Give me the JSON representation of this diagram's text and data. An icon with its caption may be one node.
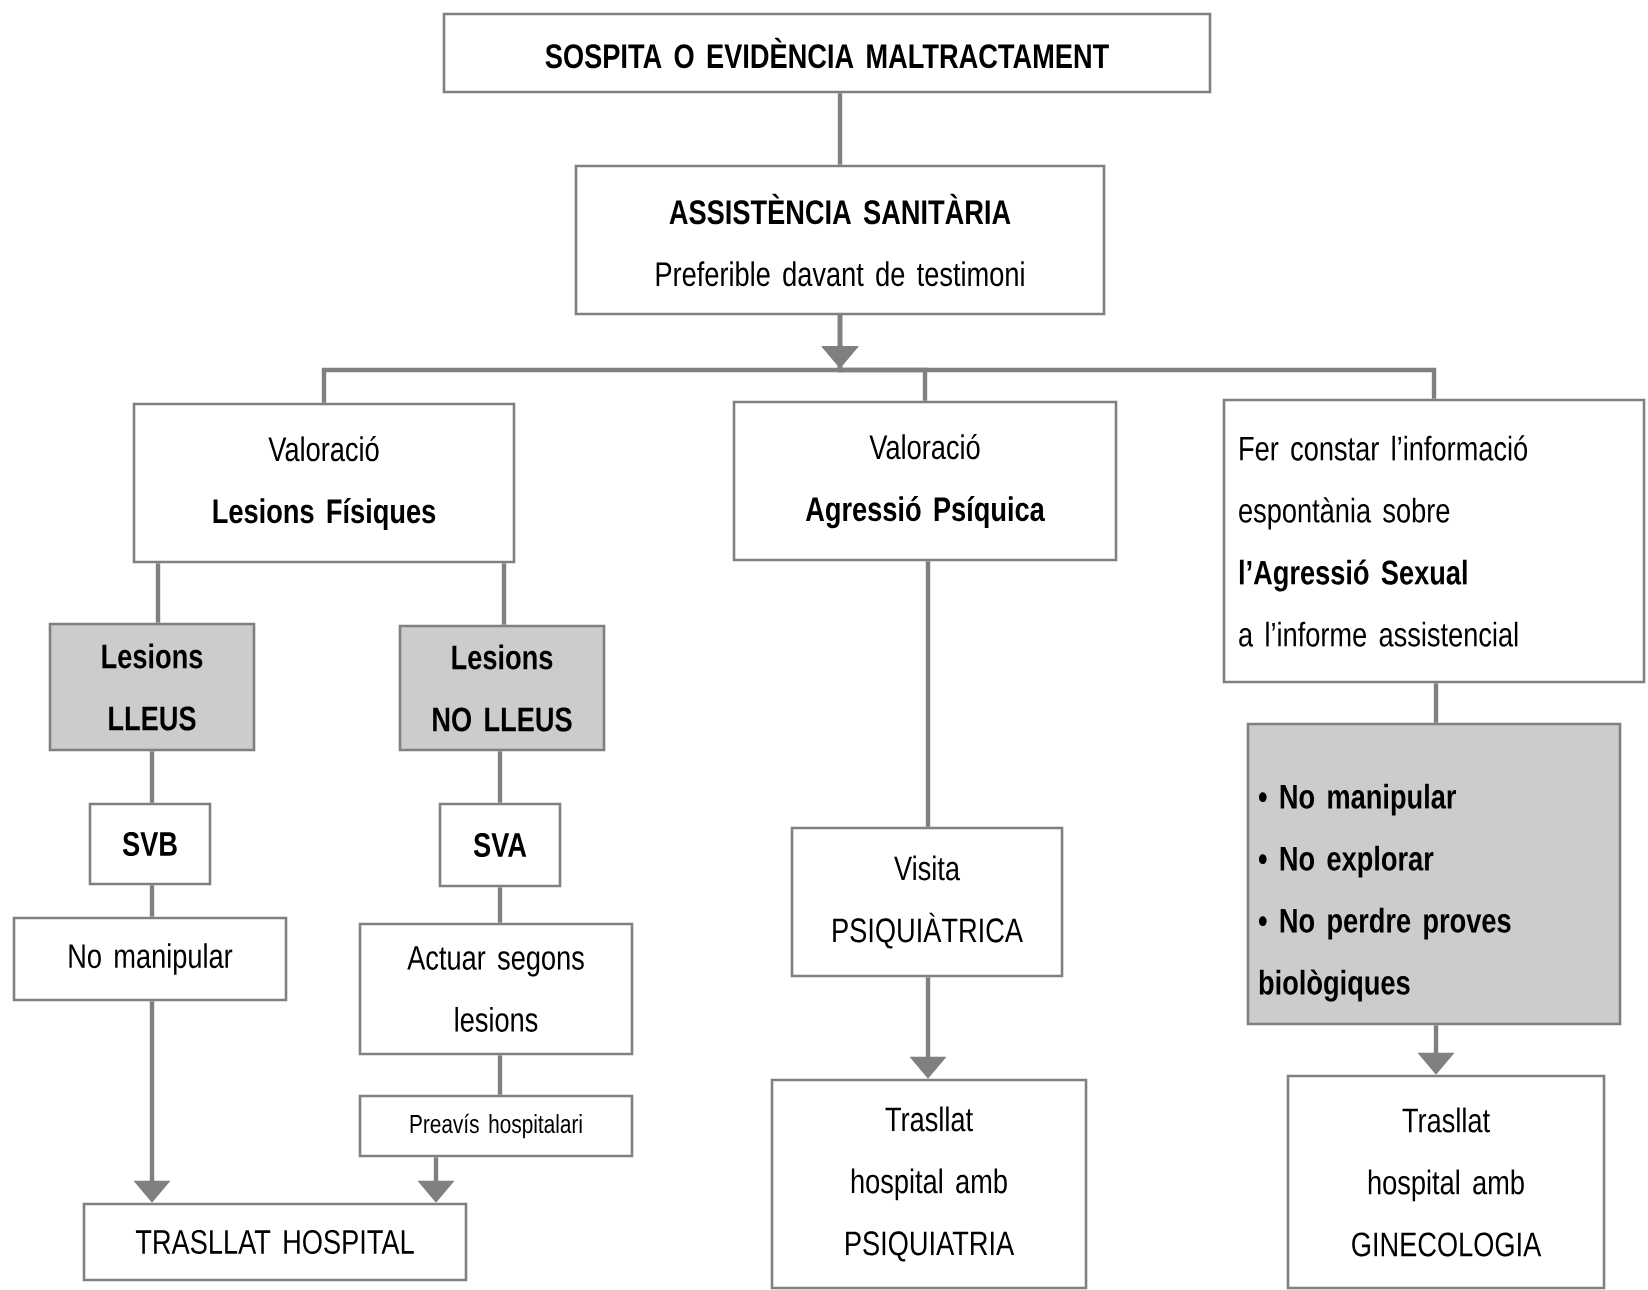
{
  "diagram": {
    "nodes": [
      {
        "text": [
          "SOSPITA O EVIDÈNCIA MALTRACTAMENT"
        ]
      },
      {
        "text": [
          "ASSISTÈNCIA SANITÀRIA",
          "Preferible davant de testimoni"
        ]
      },
      {
        "text": [
          "Valoració",
          "Lesions Físiques"
        ]
      },
      {
        "text": [
          "Valoració",
          "Agressió Psíquica"
        ]
      },
      {
        "text": [
          "Fer constar l’informació espontània sobre",
          "l’Agressió Sexual",
          "a l’informe assistencial"
        ]
      },
      {
        "text": [
          "Lesions LLEUS"
        ]
      },
      {
        "text": [
          "Lesions NO LLEUS"
        ]
      },
      {
        "text": [
          "SVB"
        ]
      },
      {
        "text": [
          "SVA"
        ]
      },
      {
        "text": [
          "No manipular"
        ]
      },
      {
        "text": [
          "Actuar segons lesions"
        ]
      },
      {
        "text": [
          "Preavís hospitalari"
        ]
      },
      {
        "text": [
          "TRASLLAT HOSPITAL"
        ]
      },
      {
        "text": [
          "Visita PSIQUIÀTRICA"
        ]
      },
      {
        "text": [
          "Trasllat hospital amb PSIQUIATRIA"
        ]
      },
      {
        "text": [
          "• No manipular",
          "• No explorar",
          "• No perdre proves biològiques"
        ]
      },
      {
        "text": [
          "Trasllat hospital amb GINECOLOGIA"
        ]
      }
    ],
    "edges": [
      {
        "from": 0,
        "to": 1,
        "arrow": "none"
      },
      {
        "from": 1,
        "to": 2,
        "arrow": "to"
      },
      {
        "from": 1,
        "to": 3,
        "arrow": "to"
      },
      {
        "from": 1,
        "to": 4,
        "arrow": "to"
      },
      {
        "from": 2,
        "to": 5,
        "arrow": "none"
      },
      {
        "from": 2,
        "to": 6,
        "arrow": "none"
      },
      {
        "from": 5,
        "to": 7,
        "arrow": "none"
      },
      {
        "from": 6,
        "to": 8,
        "arrow": "none"
      },
      {
        "from": 7,
        "to": 9,
        "arrow": "none"
      },
      {
        "from": 8,
        "to": 10,
        "arrow": "none"
      },
      {
        "from": 10,
        "to": 11,
        "arrow": "none"
      },
      {
        "from": 9,
        "to": 12,
        "arrow": "to"
      },
      {
        "from": 11,
        "to": 12,
        "arrow": "to"
      },
      {
        "from": 3,
        "to": 13,
        "arrow": "none"
      },
      {
        "from": 13,
        "to": 14,
        "arrow": "to"
      },
      {
        "from": 4,
        "to": 15,
        "arrow": "none"
      },
      {
        "from": 15,
        "to": 16,
        "arrow": "to"
      }
    ]
  }
}
